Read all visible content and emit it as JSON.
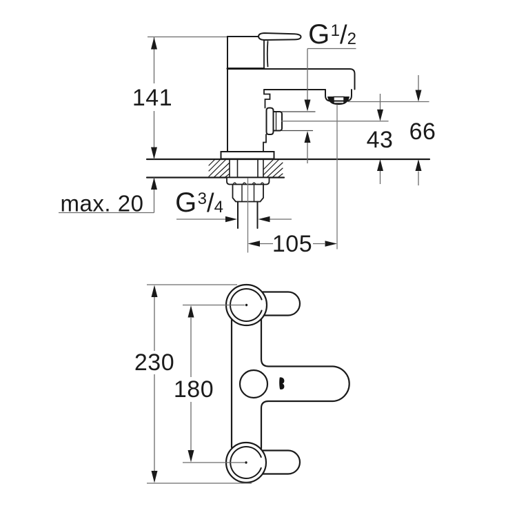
{
  "drawing": {
    "colors": {
      "background": "#ffffff",
      "lines": "#1a1a1a",
      "dimensions": "#6a6a6a"
    },
    "side_view": {
      "body_height": "141",
      "max_deck_thickness": "max. 20",
      "shank_thread": {
        "letter": "G",
        "numerator": "3",
        "slash": "/",
        "denominator": "4"
      },
      "spout_reach": "105",
      "outlet_thread": {
        "letter": "G",
        "numerator": "1",
        "slash": "/",
        "denominator": "2"
      },
      "outlet_height": "43",
      "spout_height": "66"
    },
    "front_view": {
      "overall_height": "230",
      "center_distance": "180"
    }
  }
}
